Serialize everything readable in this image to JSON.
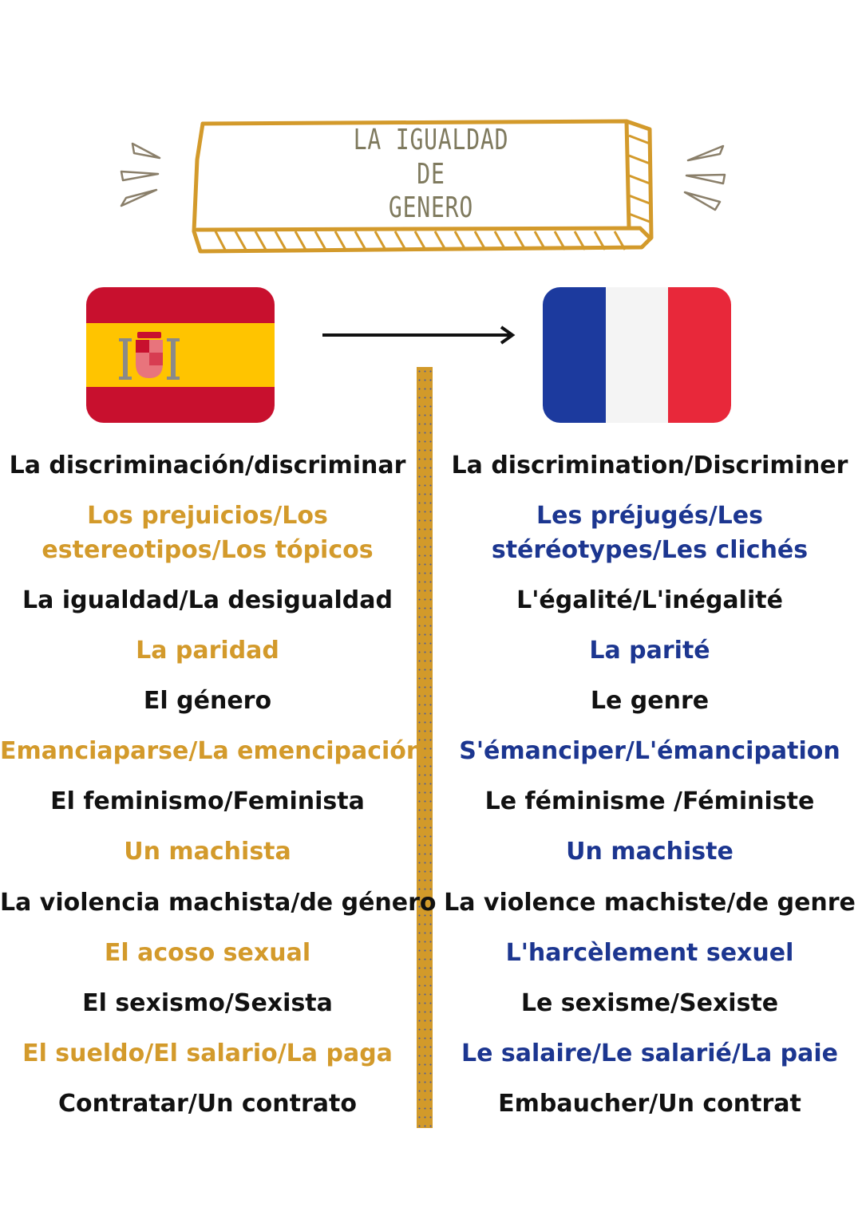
{
  "title": {
    "lines": [
      "LA IGUALDAD",
      "DE",
      "GENERO"
    ]
  },
  "flags": {
    "left": "spain-flag-icon",
    "right": "france-flag-icon"
  },
  "colors": {
    "gold": "#d39a2b",
    "blue": "#1c3690",
    "black": "#111111",
    "title": "#7f7a5e"
  },
  "vocab": [
    {
      "es": [
        "La discriminación/discriminar"
      ],
      "fr": [
        "La discrimination/Discriminer"
      ],
      "highlight": false
    },
    {
      "es": [
        "Los prejuicios/Los",
        "estereotipos/Los tópicos"
      ],
      "fr": [
        "Les préjugés/Les",
        "stéréotypes/Les clichés"
      ],
      "highlight": true
    },
    {
      "es": [
        "La igualdad/La desigualdad"
      ],
      "fr": [
        "L'égalité/L'inégalité"
      ],
      "highlight": false
    },
    {
      "es": [
        "La paridad"
      ],
      "fr": [
        "La parité"
      ],
      "highlight": true
    },
    {
      "es": [
        "El género"
      ],
      "fr": [
        "Le genre"
      ],
      "highlight": false
    },
    {
      "es": [
        "Emanciaparse/La emencipación"
      ],
      "fr": [
        "S'émanciper/L'émancipation"
      ],
      "highlight": true
    },
    {
      "es": [
        "El feminismo/Feminista"
      ],
      "fr": [
        "Le féminisme /Féministe"
      ],
      "highlight": false
    },
    {
      "es": [
        "Un machista"
      ],
      "fr": [
        "Un machiste"
      ],
      "highlight": true
    },
    {
      "es": [
        "La violencia machista/de género"
      ],
      "fr": [
        "La violence machiste/de genre"
      ],
      "highlight": false
    },
    {
      "es": [
        "El acoso sexual"
      ],
      "fr": [
        "L'harcèlement sexuel"
      ],
      "highlight": true
    },
    {
      "es": [
        "El sexismo/Sexista"
      ],
      "fr": [
        "Le sexisme/Sexiste"
      ],
      "highlight": false
    },
    {
      "es": [
        "El sueldo/El salario/La paga"
      ],
      "fr": [
        "Le salaire/Le salarié/La paie"
      ],
      "highlight": true
    },
    {
      "es": [
        "Contratar/Un contrato"
      ],
      "fr": [
        "Embaucher/Un contrat"
      ],
      "highlight": false
    }
  ]
}
